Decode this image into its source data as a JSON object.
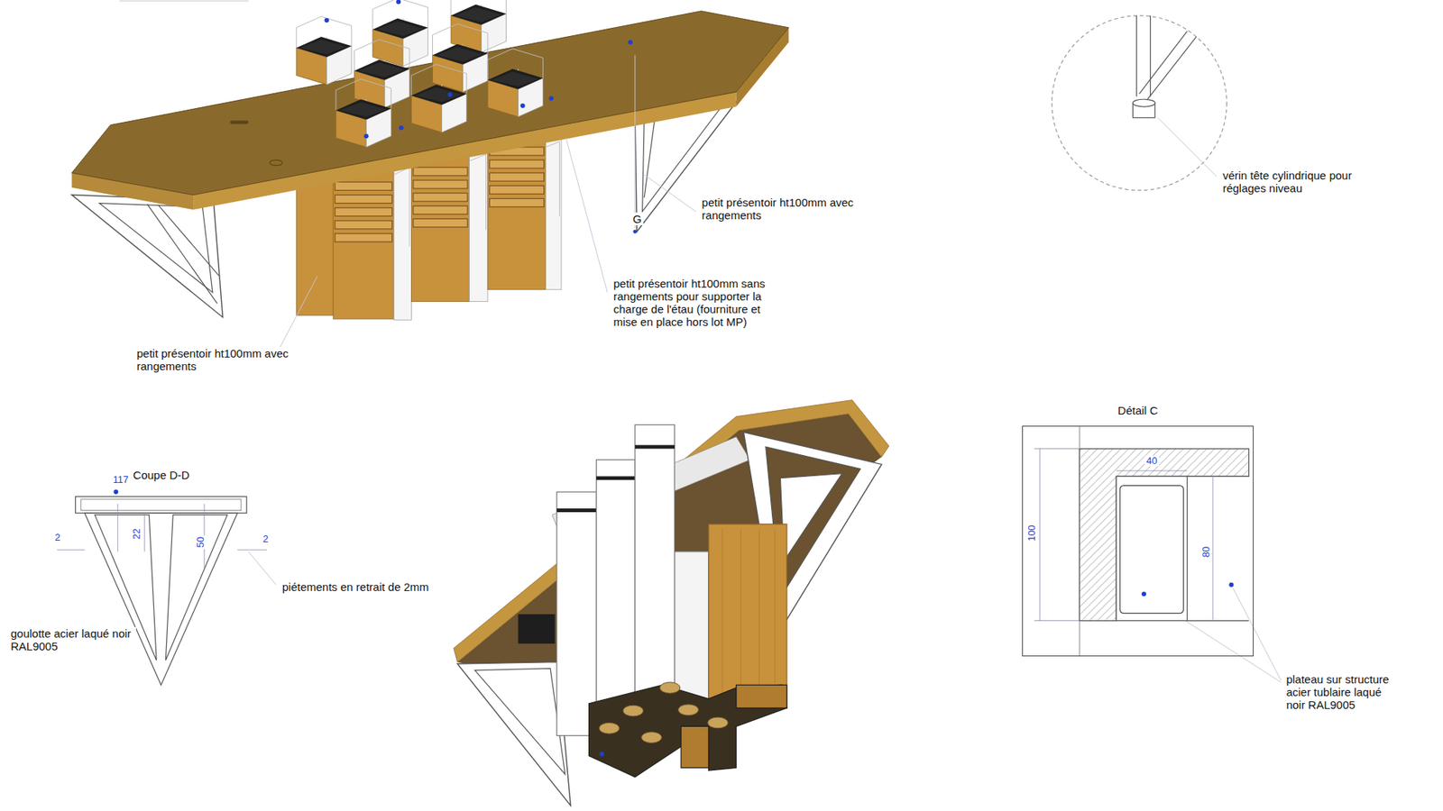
{
  "diagram": {
    "nodes": [
      {
        "text": [
          "Détail C"
        ]
      }
    ],
    "labels": [
      "petit présentoir ht100mm avec rangements",
      "G",
      "vérin tête cylindrique pour réglages niveau",
      "petit présentoir ht100mm sans rangements pour supporter la charge de l'étau (fourniture et mise en place hors lot MP)",
      "petit présentoir ht100mm avec rangements",
      "Coupe D-D",
      "117",
      "2",
      "22",
      "50",
      "2",
      "piétements en retrait de 2mm",
      "goulotte acier laqué noir RAL9005",
      "40",
      "100",
      "80",
      "plateau sur structure acier tublaire laqué noir RAL9005"
    ]
  }
}
